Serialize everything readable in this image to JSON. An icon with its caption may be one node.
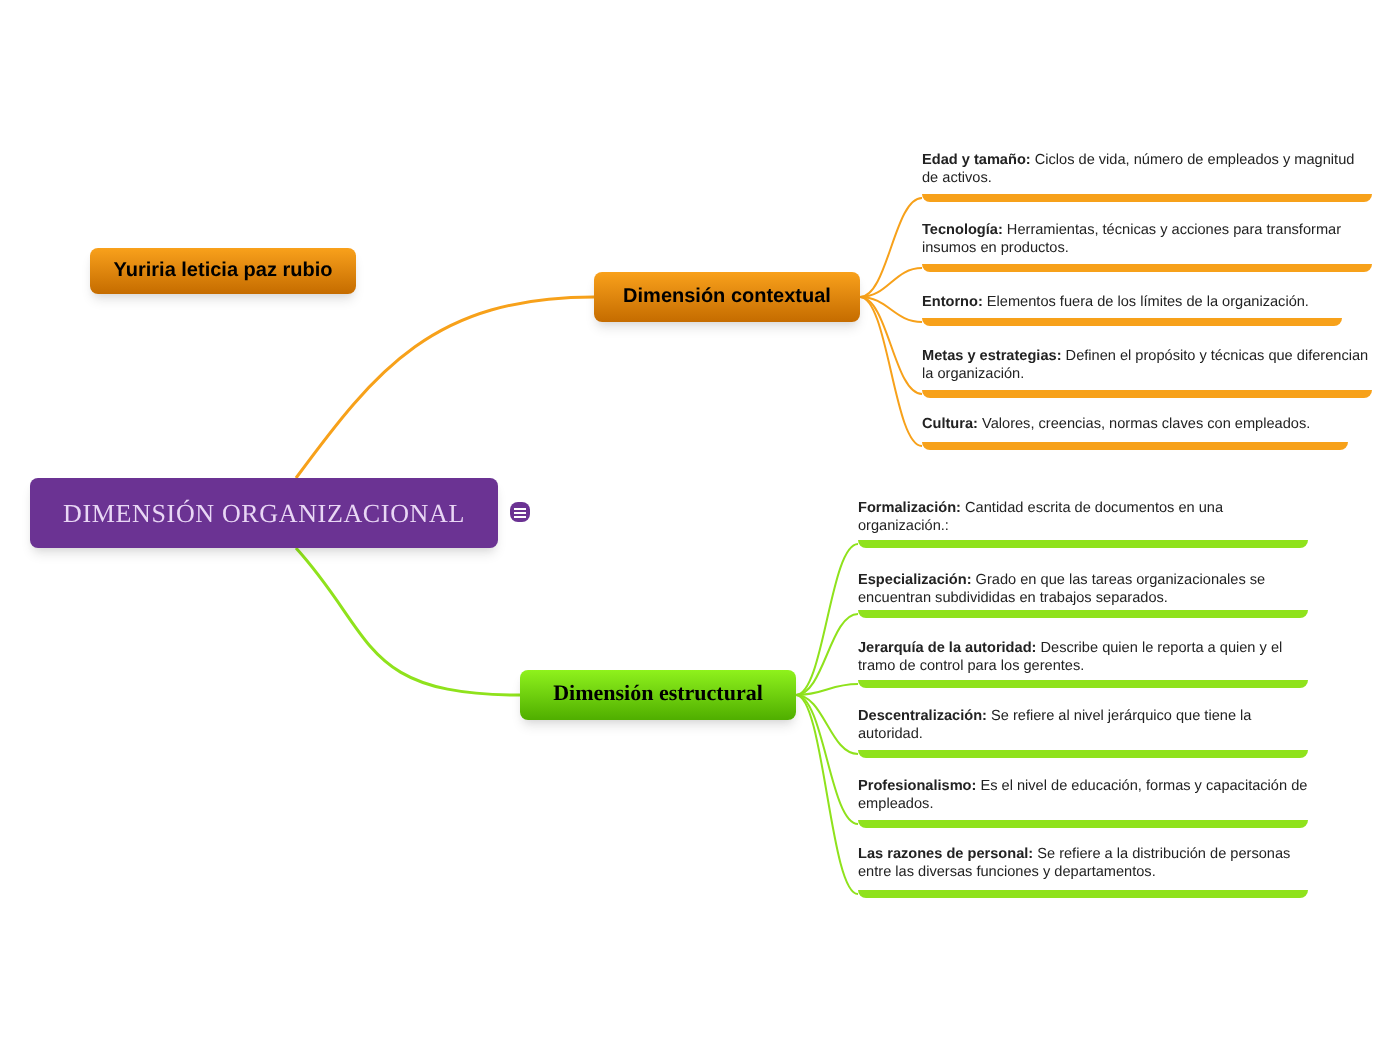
{
  "diagram": {
    "nodes": [
      {
        "text": [
          "DIMENSIÓN ORGANIZACIONAL"
        ]
      },
      {
        "text": [
          "Yuriria leticia paz rubio"
        ]
      },
      {
        "text": [
          "Dimensión contextual"
        ]
      },
      {
        "text": [
          "**Edad y tamaño:** Ciclos de vida, número de empleados y magnitud de activos."
        ]
      },
      {
        "text": [
          "**Tecnología:** Herramientas, técnicas y acciones para transformar insumos en productos."
        ]
      },
      {
        "text": [
          "**Entorno:** Elementos fuera de los límites de la organización."
        ]
      },
      {
        "text": [
          "**Metas y estrategias:** Definen el propósito y técnicas que diferencian la organización."
        ]
      },
      {
        "text": [
          "**Cultura:** Valores, creencias, normas claves con empleados."
        ]
      },
      {
        "text": [
          "Dimensión estructural"
        ]
      },
      {
        "text": [
          "**Formalización:**  Cantidad escrita de documentos en una organización.:"
        ]
      },
      {
        "text": [
          "**Especialización:** Grado en que las tareas organizacionales se encuentran subdivididas en trabajos separados."
        ]
      },
      {
        "text": [
          "**Jerarquía de la autoridad:** Describe quien le reporta a quien y el tramo de control para los gerentes."
        ]
      },
      {
        "text": [
          "**Descentralización:** Se refiere al nivel jerárquico que tiene la autoridad."
        ]
      },
      {
        "text": [
          "**Profesionalismo:** Es el nivel de educación, formas y capacitación de empleados."
        ]
      },
      {
        "text": [
          "**Las razones de personal:** Se refiere a la distribución de personas entre las diversas funciones y departamentos."
        ]
      }
    ],
    "edges": [
      {
        "from": 0,
        "to": 2,
        "arrow": "none",
        "color": "#f7a11a"
      },
      {
        "from": 2,
        "to": 3,
        "arrow": "none",
        "color": "#f7a11a"
      },
      {
        "from": 2,
        "to": 4,
        "arrow": "none",
        "color": "#f7a11a"
      },
      {
        "from": 2,
        "to": 5,
        "arrow": "none",
        "color": "#f7a11a"
      },
      {
        "from": 2,
        "to": 6,
        "arrow": "none",
        "color": "#f7a11a"
      },
      {
        "from": 2,
        "to": 7,
        "arrow": "none",
        "color": "#f7a11a"
      },
      {
        "from": 0,
        "to": 8,
        "arrow": "none"
      },
      {
        "from": 8,
        "to": 9,
        "arrow": "none"
      },
      {
        "from": 8,
        "to": 10,
        "arrow": "none"
      },
      {
        "from": 8,
        "to": 11,
        "arrow": "none"
      },
      {
        "from": 8,
        "to": 12,
        "arrow": "none"
      },
      {
        "from": 8,
        "to": 13,
        "arrow": "none"
      },
      {
        "from": 8,
        "to": 14,
        "arrow": "none"
      }
    ]
  }
}
